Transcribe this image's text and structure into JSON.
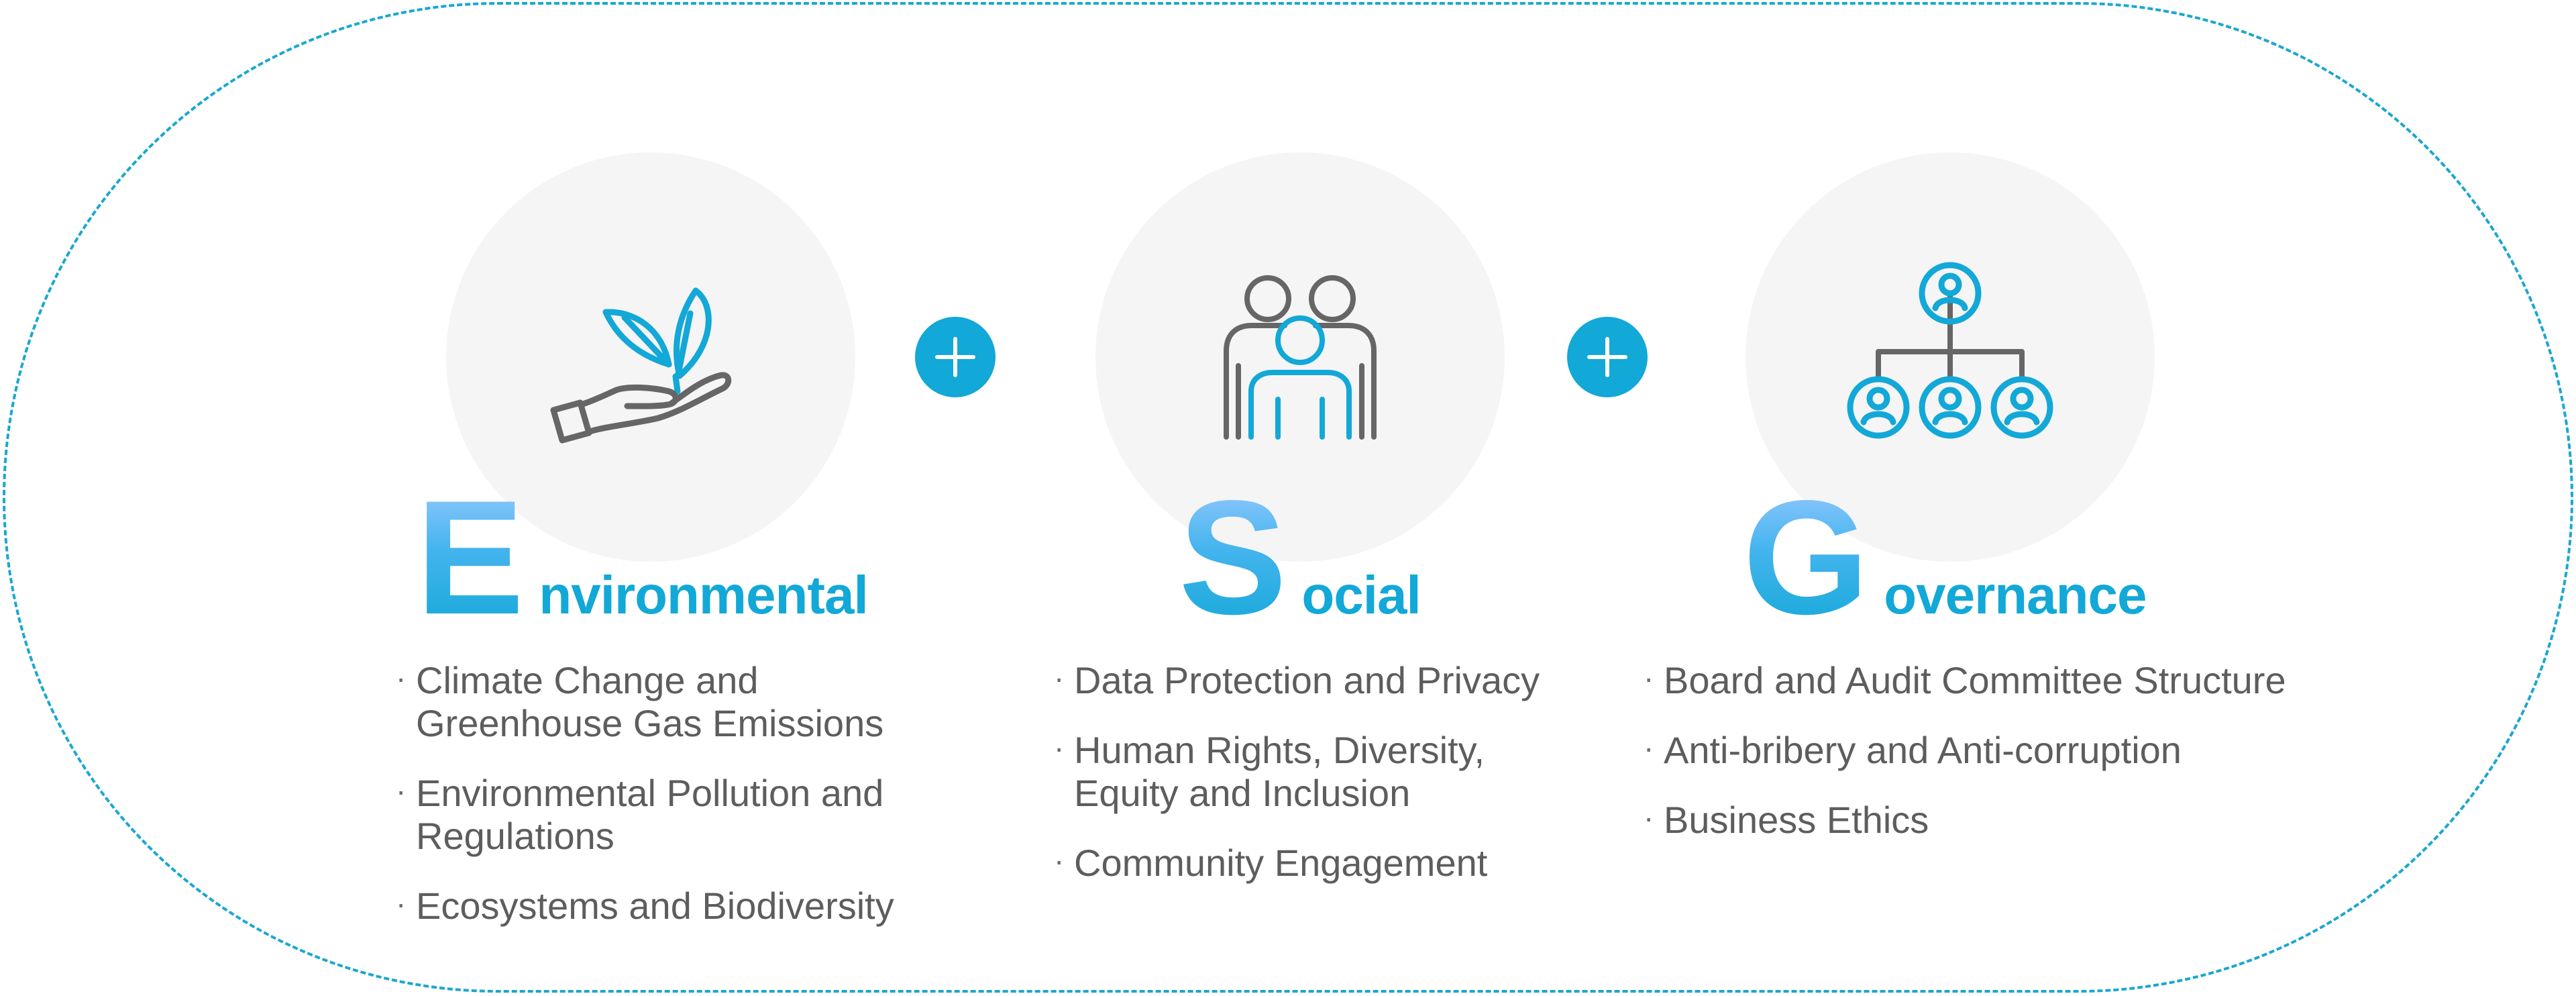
{
  "colors": {
    "accent": "#12a8d7",
    "accent_light": "#9ccaff",
    "text": "#5d5d5d",
    "circle_bg": "#f5f5f5",
    "icon_gray": "#666666"
  },
  "connectors": [
    "plus-icon",
    "plus-icon"
  ],
  "pillars": [
    {
      "icon": "plant-in-hand-icon",
      "initial": "E",
      "rest": "nvironmental",
      "items": [
        [
          "Climate Change and",
          "Greenhouse Gas Emissions"
        ],
        [
          "Environmental Pollution and",
          "Regulations"
        ],
        [
          "Ecosystems and Biodiversity"
        ]
      ]
    },
    {
      "icon": "people-group-icon",
      "initial": "S",
      "rest": "ocial",
      "items": [
        [
          "Data Protection and Privacy"
        ],
        [
          "Human Rights, Diversity,",
          "Equity and Inclusion"
        ],
        [
          "Community Engagement"
        ]
      ]
    },
    {
      "icon": "org-chart-icon",
      "initial": "G",
      "rest": "overnance",
      "items": [
        [
          "Board and Audit Committee Structure"
        ],
        [
          "Anti-bribery and Anti-corruption"
        ],
        [
          "Business Ethics"
        ]
      ]
    }
  ]
}
